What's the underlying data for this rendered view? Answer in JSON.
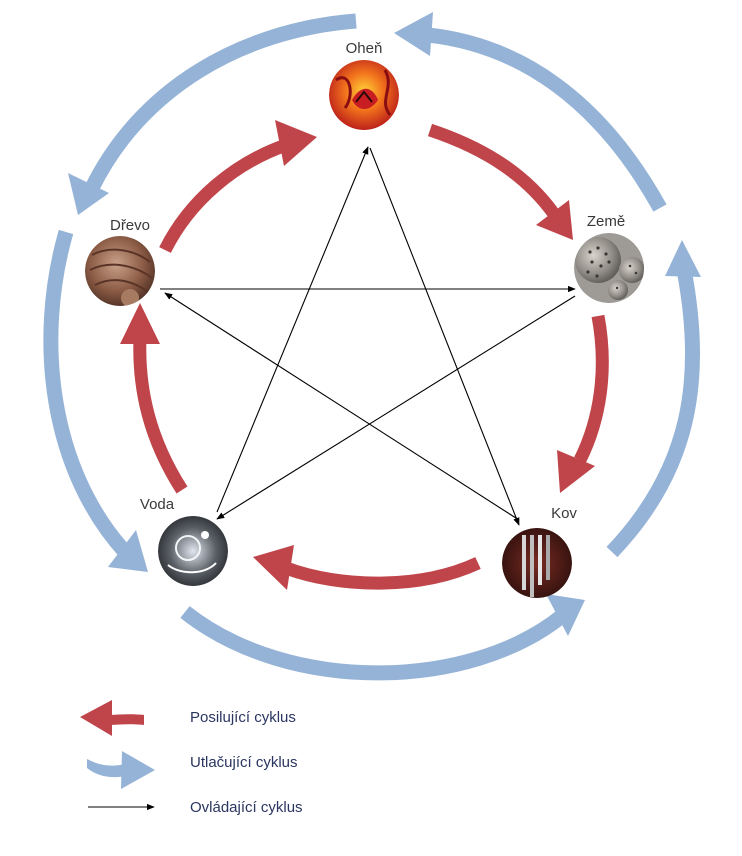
{
  "nodes": {
    "fire": {
      "label": "Oheň"
    },
    "earth": {
      "label": "Země"
    },
    "metal": {
      "label": "Kov"
    },
    "water": {
      "label": "Voda"
    },
    "wood": {
      "label": "Dřevo"
    }
  },
  "legend": {
    "strengthening": "Posilující cyklus",
    "suppressing": "Utlačující cyklus",
    "controlling": "Ovládající cyklus"
  },
  "colors": {
    "strengthening": "#c0454a",
    "suppressing": "#95b3d7",
    "controlling": "#000000"
  }
}
